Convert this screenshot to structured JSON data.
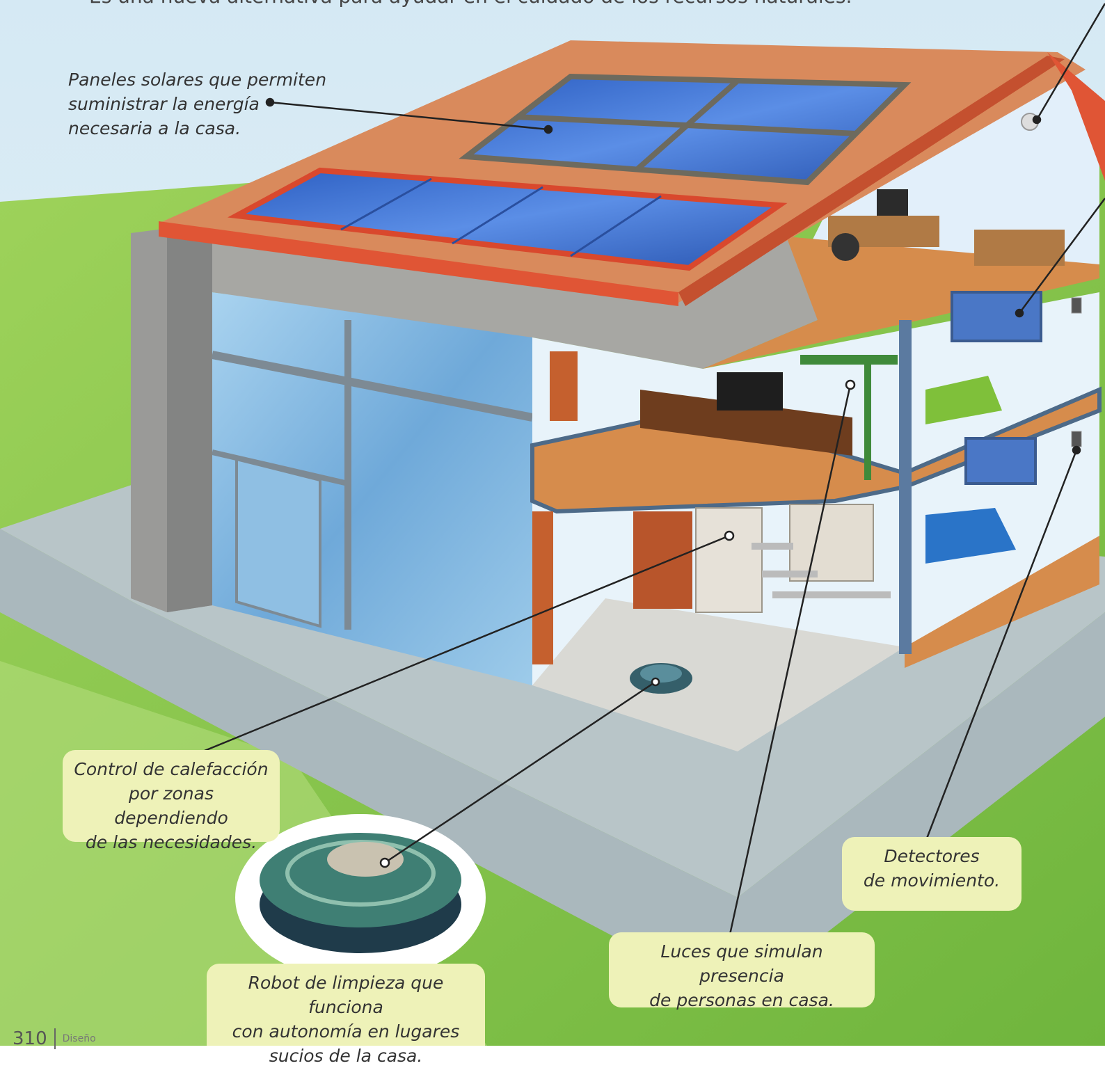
{
  "header": {
    "intro_text": "Es una nueva alternativa para ayudar en el cuidado de los recursos naturales."
  },
  "labels": {
    "solar_panels": [
      "Paneles solares que permiten",
      "suministrar la energía",
      "necesaria a la casa."
    ],
    "heating_control": [
      "Control de calefacción",
      "por zonas dependiendo",
      "de las necesidades."
    ],
    "cleaning_robot": [
      "Robot de limpieza que funciona",
      "con autonomía en lugares",
      "sucios de la casa."
    ],
    "presence_lights": [
      "Luces que simulan presencia",
      "de personas en casa."
    ],
    "motion_detectors": [
      "Detectores",
      "de movimiento."
    ]
  },
  "footer": {
    "page_number": "310",
    "section_text": "Diseño"
  },
  "colors": {
    "sky": "#d7ebf5",
    "grass": "#8fc94f",
    "roof": "#d98a5c",
    "solar_panel": "#3a6fd1",
    "glass": "#7fb8e3",
    "floor_wood": "#d68c4c",
    "label_bubble": "#eef2b8"
  }
}
